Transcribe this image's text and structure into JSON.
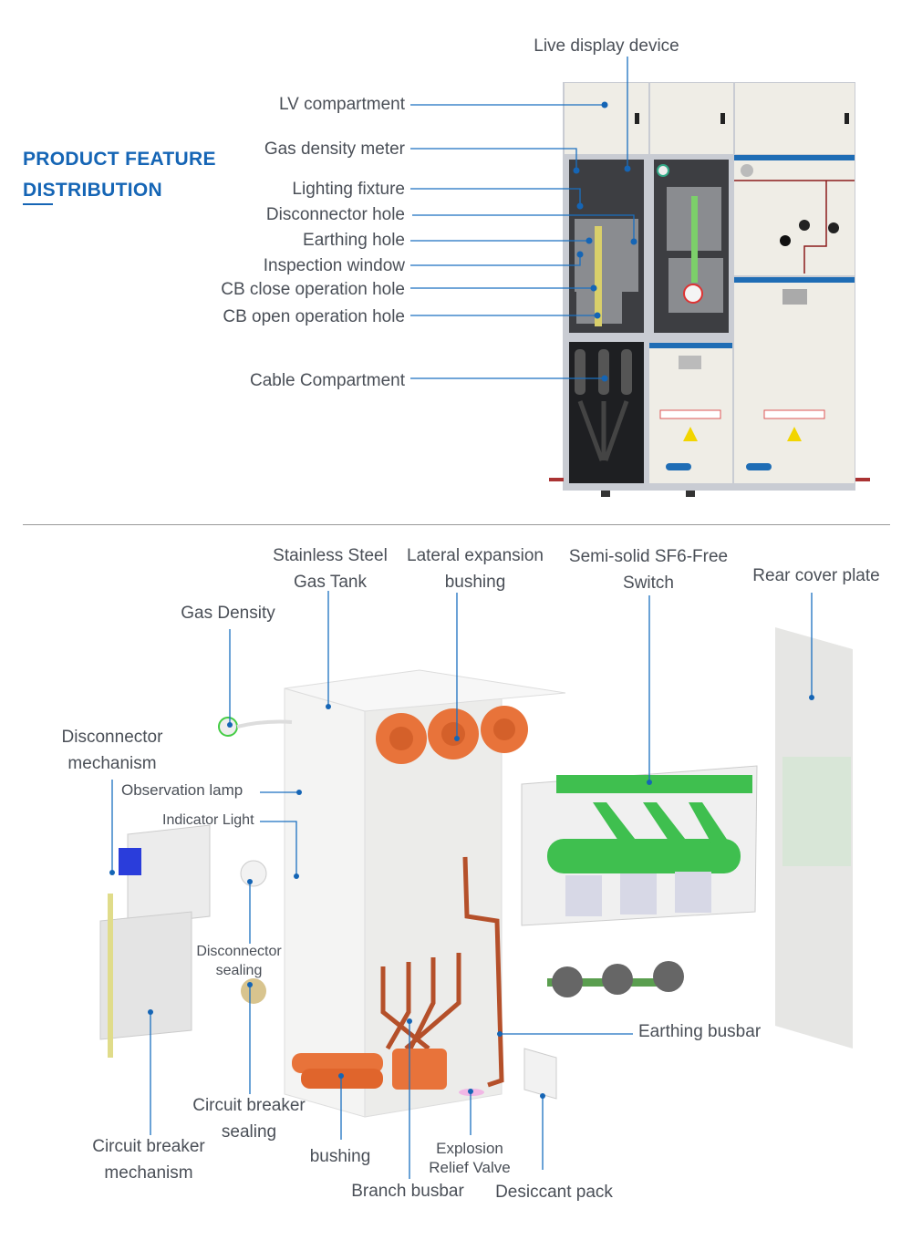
{
  "title": {
    "line1": "PRODUCT FEATURE",
    "line2": "DISTRIBUTION"
  },
  "colors": {
    "accent": "#1565b5",
    "leader": "#1a6fc0",
    "text": "#4a4f57",
    "busbar": "#b5502a",
    "bushing": "#e8733a",
    "switch_green": "#3fbf4f"
  },
  "cabinet_labels": {
    "live_display": "Live display device",
    "lv": "LV compartment",
    "gas_meter": "Gas density meter",
    "lighting": "Lighting fixture",
    "disc_hole": "Disconnector hole",
    "earth_hole": "Earthing hole",
    "inspection": "Inspection window",
    "cb_close": "CB close operation hole",
    "cb_open": "CB open operation hole",
    "cable": "Cable Compartment"
  },
  "exploded_labels": {
    "tank1": "Stainless Steel",
    "tank2": "Gas Tank",
    "lat1": "Lateral expansion",
    "lat2": "bushing",
    "sf61": "Semi-solid SF6-Free",
    "sf62": "Switch",
    "rear": "Rear cover plate",
    "gas_density": "Gas Density",
    "disc_mech1": "Disconnector",
    "disc_mech2": "mechanism",
    "obs_lamp": "Observation lamp",
    "ind_light": "Indicator Light",
    "disc_seal1": "Disconnector",
    "disc_seal2": "sealing",
    "earth_busbar": "Earthing busbar",
    "cb_seal1": "Circuit breaker",
    "cb_seal2": "sealing",
    "cb_mech1": "Circuit breaker",
    "cb_mech2": "mechanism",
    "bushing": "bushing",
    "expl1": "Explosion",
    "expl2": "Relief Valve",
    "branch": "Branch busbar",
    "desiccant": "Desiccant pack"
  }
}
